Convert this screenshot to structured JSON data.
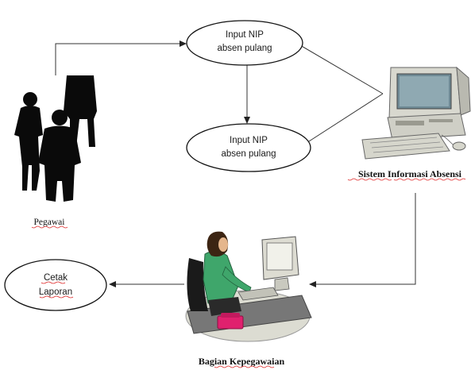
{
  "nodes": {
    "input_nip_1": {
      "line1": "Input NIP",
      "line2": "absen pulang"
    },
    "input_nip_2": {
      "line1": "Input NIP",
      "line2": "absen pulang"
    },
    "cetak_laporan": {
      "line1": "Cetak",
      "line2": "Laporan"
    }
  },
  "actors": {
    "pegawai": {
      "label": "Pegawai"
    },
    "sistem": {
      "label": "Sistem Informasi Absensi"
    },
    "bagian": {
      "label": "Bagian Kepegawaian"
    }
  },
  "icons": {
    "pegawai": "people-silhouettes-icon",
    "sistem": "desktop-computer-icon",
    "bagian": "office-worker-at-computer-icon"
  }
}
